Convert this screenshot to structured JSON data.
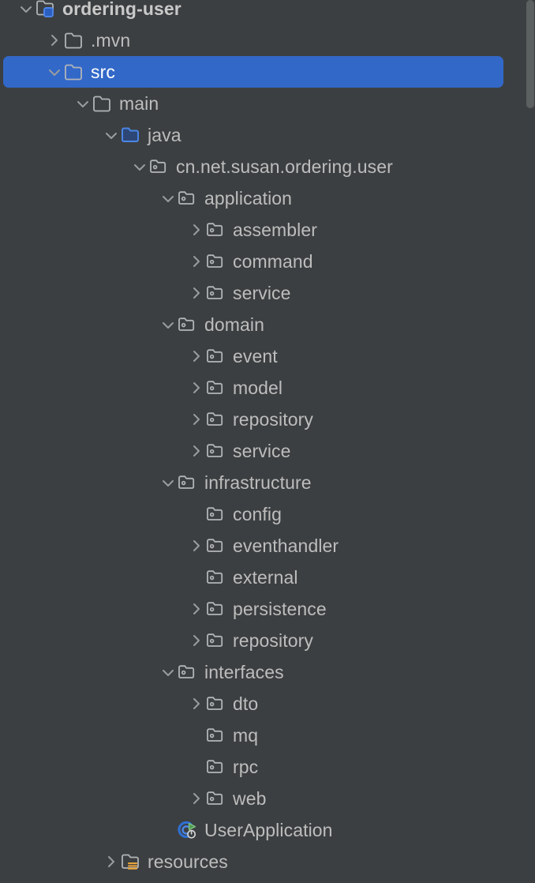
{
  "panel": {
    "name": "project-tool-window-tree",
    "background_color": "#3c3f41",
    "selection_color": "#3268c8",
    "text_color": "#bdbdbd",
    "source_root_color": "#2f4f82",
    "resources_badge_color": "#e8a33d"
  },
  "scrollbar": {
    "name": "vertical-scrollbar",
    "thumb_color": "#5d6061",
    "thumb_top": 0,
    "thumb_height": 137
  },
  "tree": {
    "rows": [
      {
        "label": "ordering-user",
        "depth": 0,
        "chevron": "down",
        "icon": "module-folder-icon",
        "bold": true,
        "selected": false
      },
      {
        "label": ".mvn",
        "depth": 1,
        "chevron": "right",
        "icon": "folder-icon",
        "bold": false,
        "selected": false
      },
      {
        "label": "src",
        "depth": 1,
        "chevron": "down",
        "icon": "folder-icon",
        "bold": false,
        "selected": true
      },
      {
        "label": "main",
        "depth": 2,
        "chevron": "down",
        "icon": "folder-icon",
        "bold": false,
        "selected": false
      },
      {
        "label": "java",
        "depth": 3,
        "chevron": "down",
        "icon": "source-root-icon",
        "bold": false,
        "selected": false
      },
      {
        "label": "cn.net.susan.ordering.user",
        "depth": 4,
        "chevron": "down",
        "icon": "package-icon",
        "bold": false,
        "selected": false
      },
      {
        "label": "application",
        "depth": 5,
        "chevron": "down",
        "icon": "package-icon",
        "bold": false,
        "selected": false
      },
      {
        "label": "assembler",
        "depth": 6,
        "chevron": "right",
        "icon": "package-icon",
        "bold": false,
        "selected": false
      },
      {
        "label": "command",
        "depth": 6,
        "chevron": "right",
        "icon": "package-icon",
        "bold": false,
        "selected": false
      },
      {
        "label": "service",
        "depth": 6,
        "chevron": "right",
        "icon": "package-icon",
        "bold": false,
        "selected": false
      },
      {
        "label": "domain",
        "depth": 5,
        "chevron": "down",
        "icon": "package-icon",
        "bold": false,
        "selected": false
      },
      {
        "label": "event",
        "depth": 6,
        "chevron": "right",
        "icon": "package-icon",
        "bold": false,
        "selected": false
      },
      {
        "label": "model",
        "depth": 6,
        "chevron": "right",
        "icon": "package-icon",
        "bold": false,
        "selected": false
      },
      {
        "label": "repository",
        "depth": 6,
        "chevron": "right",
        "icon": "package-icon",
        "bold": false,
        "selected": false
      },
      {
        "label": "service",
        "depth": 6,
        "chevron": "right",
        "icon": "package-icon",
        "bold": false,
        "selected": false
      },
      {
        "label": "infrastructure",
        "depth": 5,
        "chevron": "down",
        "icon": "package-icon",
        "bold": false,
        "selected": false
      },
      {
        "label": "config",
        "depth": 6,
        "chevron": "none",
        "icon": "package-icon",
        "bold": false,
        "selected": false
      },
      {
        "label": "eventhandler",
        "depth": 6,
        "chevron": "right",
        "icon": "package-icon",
        "bold": false,
        "selected": false
      },
      {
        "label": "external",
        "depth": 6,
        "chevron": "none",
        "icon": "package-icon",
        "bold": false,
        "selected": false
      },
      {
        "label": "persistence",
        "depth": 6,
        "chevron": "right",
        "icon": "package-icon",
        "bold": false,
        "selected": false
      },
      {
        "label": "repository",
        "depth": 6,
        "chevron": "right",
        "icon": "package-icon",
        "bold": false,
        "selected": false
      },
      {
        "label": "interfaces",
        "depth": 5,
        "chevron": "down",
        "icon": "package-icon",
        "bold": false,
        "selected": false
      },
      {
        "label": "dto",
        "depth": 6,
        "chevron": "right",
        "icon": "package-icon",
        "bold": false,
        "selected": false
      },
      {
        "label": "mq",
        "depth": 6,
        "chevron": "none",
        "icon": "package-icon",
        "bold": false,
        "selected": false
      },
      {
        "label": "rpc",
        "depth": 6,
        "chevron": "none",
        "icon": "package-icon",
        "bold": false,
        "selected": false
      },
      {
        "label": "web",
        "depth": 6,
        "chevron": "right",
        "icon": "package-icon",
        "bold": false,
        "selected": false
      },
      {
        "label": "UserApplication",
        "depth": 5,
        "chevron": "none",
        "icon": "spring-boot-class-icon",
        "bold": false,
        "selected": false
      },
      {
        "label": "resources",
        "depth": 3,
        "chevron": "right",
        "icon": "resources-root-icon",
        "bold": false,
        "selected": false
      }
    ]
  }
}
